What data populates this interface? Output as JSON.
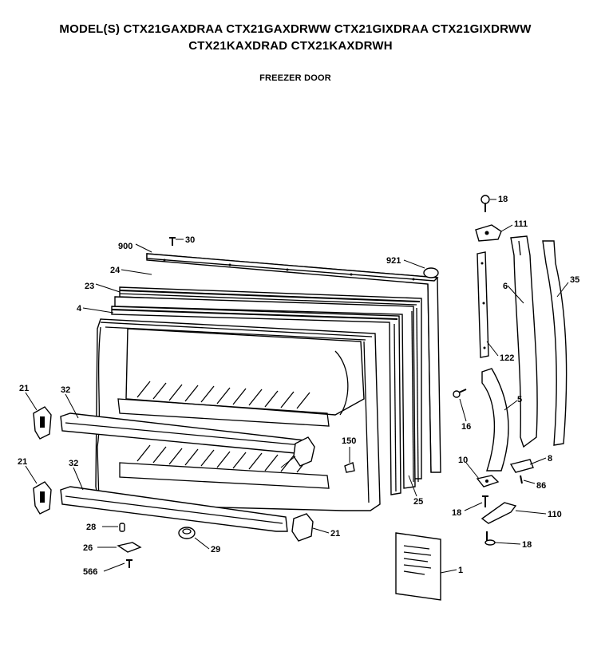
{
  "header": {
    "models_line1": "MODEL(S) CTX21GAXDRAA  CTX21GAXDRWW  CTX21GIXDRAA  CTX21GIXDRWW",
    "models_line2": "CTX21KAXDRAD  CTX21KAXDRWH",
    "section_title": "FREEZER DOOR"
  },
  "callouts": [
    "18",
    "111",
    "900",
    "30",
    "921",
    "24",
    "35",
    "6",
    "23",
    "4",
    "122",
    "21",
    "32",
    "16",
    "5",
    "150",
    "8",
    "10",
    "86",
    "21",
    "32",
    "25",
    "18",
    "110",
    "21",
    "28",
    "18",
    "26",
    "29",
    "566",
    "1"
  ]
}
